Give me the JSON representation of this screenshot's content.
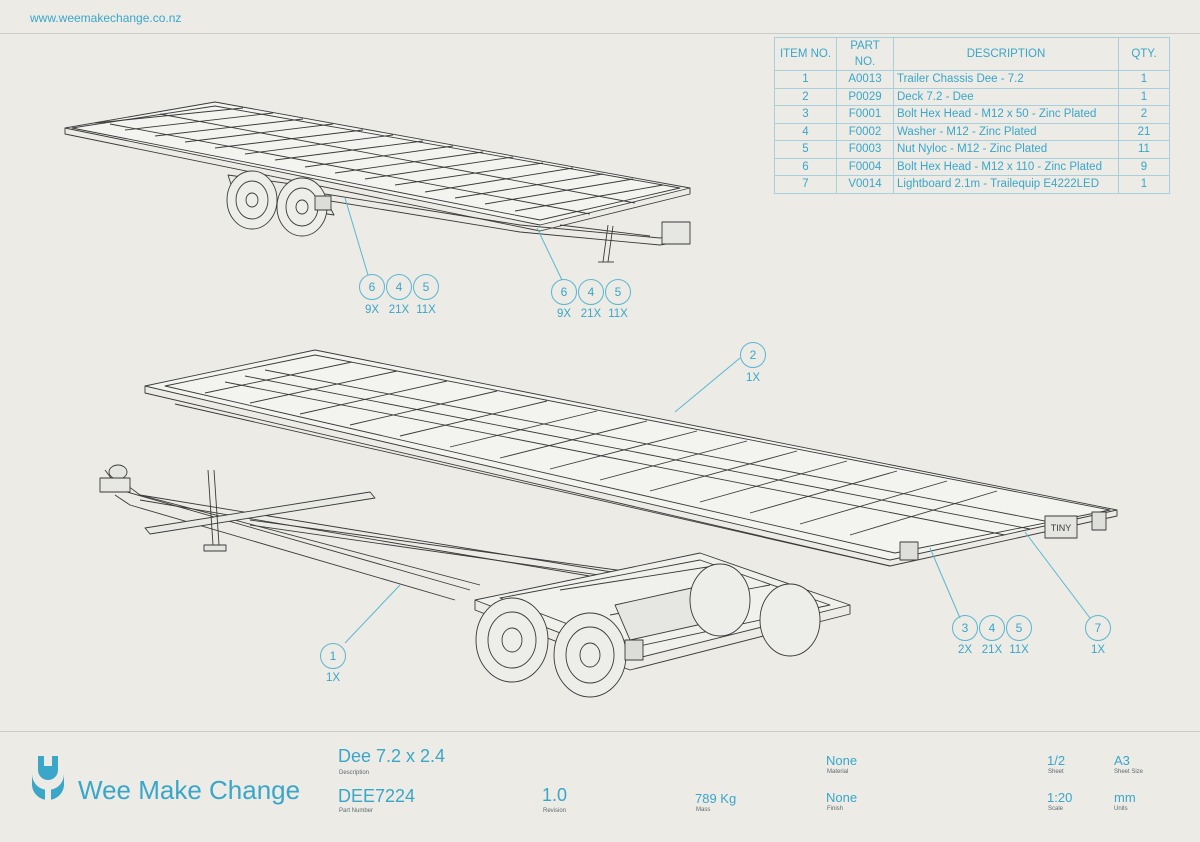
{
  "site": {
    "url": "www.weemakechange.co.nz"
  },
  "bom": {
    "headers": {
      "item": "ITEM NO.",
      "part": "PART NO.",
      "desc": "DESCRIPTION",
      "qty": "QTY."
    },
    "rows": [
      {
        "item": "1",
        "part": "A0013",
        "desc": "Trailer Chassis Dee - 7.2",
        "qty": "1"
      },
      {
        "item": "2",
        "part": "P0029",
        "desc": "Deck 7.2 - Dee",
        "qty": "1"
      },
      {
        "item": "3",
        "part": "F0001",
        "desc": "Bolt Hex Head - M12 x 50 - Zinc Plated",
        "qty": "2"
      },
      {
        "item": "4",
        "part": "F0002",
        "desc": "Washer - M12 - Zinc Plated",
        "qty": "21"
      },
      {
        "item": "5",
        "part": "F0003",
        "desc": "Nut Nyloc - M12 - Zinc Plated",
        "qty": "11"
      },
      {
        "item": "6",
        "part": "F0004",
        "desc": "Bolt Hex Head - M12 x 110 - Zinc Plated",
        "qty": "9"
      },
      {
        "item": "7",
        "part": "V0014",
        "desc": "Lightboard 2.1m - Trailequip E4222LED",
        "qty": "1"
      }
    ]
  },
  "callouts": {
    "top_left": [
      {
        "num": "6",
        "qty": "9X"
      },
      {
        "num": "4",
        "qty": "21X"
      },
      {
        "num": "5",
        "qty": "11X"
      }
    ],
    "top_right": [
      {
        "num": "6",
        "qty": "9X"
      },
      {
        "num": "4",
        "qty": "21X"
      },
      {
        "num": "5",
        "qty": "11X"
      }
    ],
    "deck": {
      "num": "2",
      "qty": "1X"
    },
    "chassis": {
      "num": "1",
      "qty": "1X"
    },
    "rear": [
      {
        "num": "3",
        "qty": "2X"
      },
      {
        "num": "4",
        "qty": "21X"
      },
      {
        "num": "5",
        "qty": "11X"
      }
    ],
    "lightboard": {
      "num": "7",
      "qty": "1X"
    }
  },
  "drawing": {
    "plate_text": "TINY"
  },
  "title_block": {
    "brand": "Wee Make Change",
    "description": {
      "value": "Dee 7.2 x 2.4",
      "label": "Description"
    },
    "part_number": {
      "value": "DEE7224",
      "label": "Part Number"
    },
    "revision": {
      "value": "1.0",
      "label": "Revision"
    },
    "mass": {
      "value": "789 Kg",
      "label": "Mass"
    },
    "material": {
      "value": "None",
      "label": "Material"
    },
    "finish": {
      "value": "None",
      "label": "Finish"
    },
    "sheet": {
      "value": "1/2",
      "label": "Sheet"
    },
    "sheet_size": {
      "value": "A3",
      "label": "Sheet Size"
    },
    "scale": {
      "value": "1:20",
      "label": "Scale"
    },
    "units": {
      "value": "mm",
      "label": "Units"
    }
  },
  "colors": {
    "accent": "#3aa6c8",
    "background": "#ecebe6",
    "line": "#3a3a3a"
  }
}
